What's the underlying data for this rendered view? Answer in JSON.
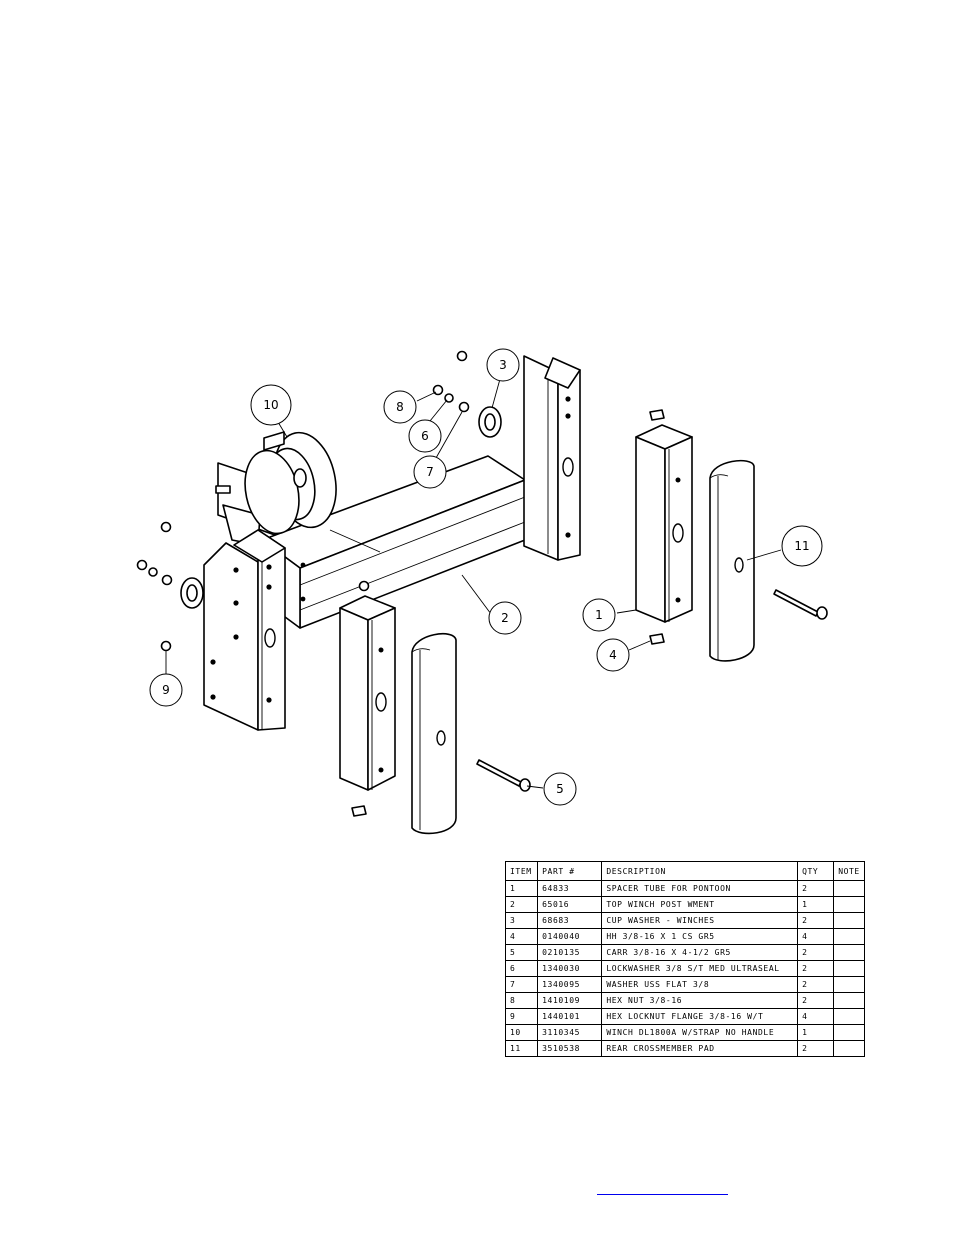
{
  "bubbles": [
    {
      "label": "1"
    },
    {
      "label": "2"
    },
    {
      "label": "3"
    },
    {
      "label": "4"
    },
    {
      "label": "5"
    },
    {
      "label": "6"
    },
    {
      "label": "7"
    },
    {
      "label": "8"
    },
    {
      "label": "9"
    },
    {
      "label": "10"
    },
    {
      "label": "11"
    }
  ],
  "bom": {
    "headers": [
      "ITEM",
      "PART #",
      "DESCRIPTION",
      "QTY",
      "NOTE"
    ],
    "rows": [
      [
        "1",
        "64833",
        "SPACER TUBE FOR PONTOON",
        "2",
        ""
      ],
      [
        "2",
        "65016",
        "TOP WINCH POST WMENT",
        "1",
        ""
      ],
      [
        "3",
        "68683",
        "CUP WASHER - WINCHES",
        "2",
        ""
      ],
      [
        "4",
        "0140040",
        "HH 3/8-16 X 1 CS GR5",
        "4",
        ""
      ],
      [
        "5",
        "0210135",
        "CARR 3/8-16 X 4-1/2 GR5",
        "2",
        ""
      ],
      [
        "6",
        "1340030",
        "LOCKWASHER 3/8 S/T MED ULTRASEAL",
        "2",
        ""
      ],
      [
        "7",
        "1340095",
        "WASHER USS FLAT 3/8",
        "2",
        ""
      ],
      [
        "8",
        "1410109",
        "HEX NUT 3/8-16",
        "2",
        ""
      ],
      [
        "9",
        "1440101",
        "HEX LOCKNUT FLANGE 3/8-16 W/T",
        "4",
        ""
      ],
      [
        "10",
        "3110345",
        "WINCH DL1800A W/STRAP  NO HANDLE",
        "1",
        ""
      ],
      [
        "11",
        "3510538",
        "REAR CROSSMEMBER PAD",
        "2",
        ""
      ]
    ]
  },
  "colors": {
    "line": "#000000",
    "link": "#0000ee"
  }
}
